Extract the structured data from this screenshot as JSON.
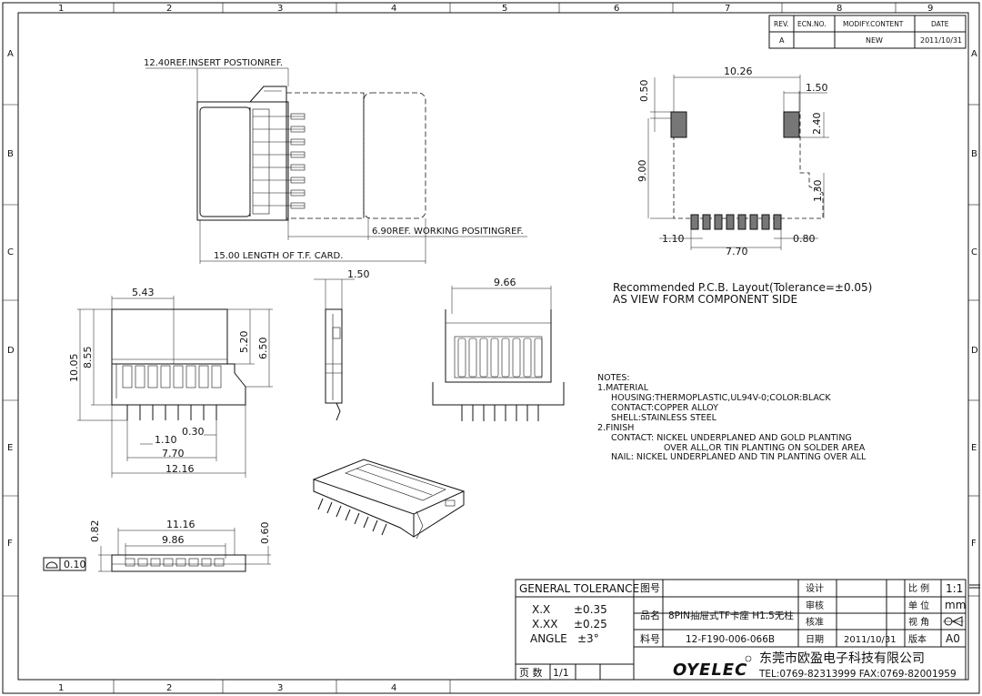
{
  "border": {
    "col_labels": [
      "1",
      "2",
      "3",
      "4",
      "5",
      "6",
      "7",
      "8",
      "9"
    ],
    "row_labels": [
      "A",
      "B",
      "C",
      "D",
      "E",
      "F"
    ]
  },
  "revision_table": {
    "headers": [
      "REV.",
      "ECN.NO.",
      "MODIFY.CONTENT",
      "DATE"
    ],
    "rows": [
      [
        "A",
        "",
        "NEW",
        "2011/10/31"
      ]
    ]
  },
  "top_view": {
    "insert_label": "12.40REF.INSERT POSTIONREF.",
    "working_label": "6.90REF. WORKING POSITINGREF.",
    "length_label": "15.00 LENGTH OF T.F. CARD."
  },
  "pcb_layout": {
    "dims": {
      "width": "10.26",
      "d050": "0.50",
      "d150": "1.50",
      "d240": "2.40",
      "d900": "9.00",
      "d130": "1.30",
      "d110": "1.10",
      "d770": "7.70",
      "d080": "0.80"
    },
    "caption_line1": "Recommended  P.C.B.  Layout(Tolerance=±0.05)",
    "caption_line2": "AS  VIEW  FORM  COMPONENT  SIDE"
  },
  "front_view": {
    "dims": {
      "d543": "5.43",
      "d1005": "10.05",
      "d855": "8.55",
      "d520": "5.20",
      "d650": "6.50",
      "d030": "0.30",
      "d110": "1.10",
      "d770": "7.70",
      "d1216": "12.16"
    }
  },
  "side_view": {
    "dims": {
      "d150": "1.50"
    }
  },
  "back_view": {
    "dims": {
      "d966": "9.66"
    }
  },
  "bottom_view": {
    "dims": {
      "d1116": "11.16",
      "d986": "9.86",
      "d082": "0.82",
      "d060": "0.60"
    },
    "flatness_value": "0.10"
  },
  "notes": {
    "lines": [
      "NOTES:",
      "1.MATERIAL",
      "HOUSING:THERMOPLASTIC,UL94V-0;COLOR:BLACK",
      "CONTACT:COPPER  ALLOY",
      "SHELL:STAINLESS  STEEL",
      "2.FINISH",
      "CONTACT:  NICKEL  UNDERPLANED  AND  GOLD  PLANTING",
      "OVER  ALL,OR  TIN  PLANTING  ON  SOLDER  AREA",
      "NAIL:  NICKEL  UNDERPLANED  AND  TIN  PLANTING  OVER  ALL"
    ]
  },
  "title_block": {
    "general_tolerance": "GENERAL  TOLERANCE",
    "tol_x_label": "X.X",
    "tol_x_value": "±0.35",
    "tol_xx_label": "X.XX",
    "tol_xx_value": "±0.25",
    "tol_angle_label": "ANGLE",
    "tol_angle_value": "±3°",
    "page_label": "页  数",
    "page_value": "1/1",
    "drawing_no_label": "图号",
    "product_label": "品名",
    "product_name": "8PIN抽屉式TF卡座 H1.5无柱",
    "part_label": "料号",
    "part_number": "12-F190-006-066B",
    "design_label": "设计",
    "review_label": "审核",
    "approve_label": "核准",
    "date_label": "日期",
    "date_value": "2011/10/31",
    "version_label": "版本",
    "version_value": "A0",
    "scale_label": "比  例",
    "scale_value": "1:1",
    "unit_label": "单  位",
    "unit_value": "mm",
    "view_label": "视  角",
    "logo_text": "OYELEC",
    "company_name": "东莞市欧盈电子科技有限公司",
    "contact": "TEL:0769-82313999 FAX:0769-82001959"
  }
}
